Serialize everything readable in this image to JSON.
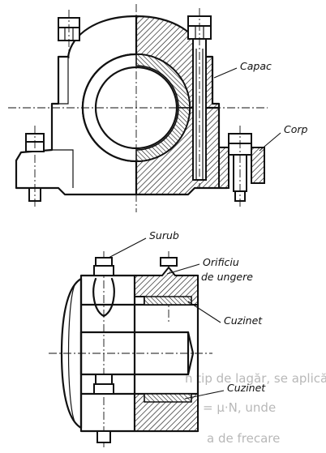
{
  "labels": {
    "capac": "Capac",
    "corp": "Corp",
    "surub": "Surub",
    "orificiu_line1": "Orificiu",
    "orificiu_line2": "de ungere",
    "cuzinet_upper": "Cuzinet",
    "cuzinet_lower": "Cuzinet"
  },
  "bleed_through": {
    "line1": "n tip de lagăr, se aplică lege",
    "line2": "= μ·N, unde",
    "line3": "a de frecare"
  }
}
